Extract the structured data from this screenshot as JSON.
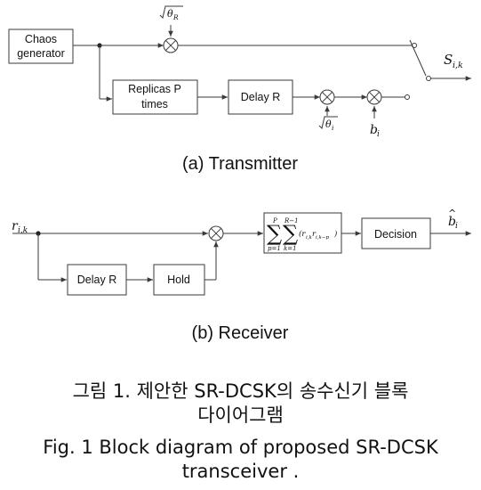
{
  "transmitter": {
    "chaos_generator": [
      "Chaos",
      "generator"
    ],
    "replicas": [
      "Replicas P",
      "times"
    ],
    "delay": "Delay R",
    "sqrt_theta_r": "θ",
    "sqrt_theta_r_sub": "R",
    "sqrt_theta_i": "θ",
    "sqrt_theta_i_sub": "i",
    "b": "b",
    "b_sub": "i",
    "s": "S",
    "s_sub": "i,k",
    "caption": "(a)  Transmitter"
  },
  "receiver": {
    "r": "r",
    "r_sub": "i,k",
    "delay": "Delay R",
    "hold": "Hold",
    "sum_upper_p": "P",
    "sum_lower_p": "p=1",
    "sum_upper_k": "R−1",
    "sum_lower_k": "k=1",
    "sum_term": "(r",
    "sum_term_sub1": "i,k",
    "sum_term_mid": "r",
    "sum_term_sub2": "i,k−p",
    "sum_term_end": ")",
    "decision": "Decision",
    "b_hat": "b",
    "b_hat_sub": "i",
    "caption": "(b)  Receiver"
  },
  "figure_caption": {
    "korean_line1": "그림  1.  제안한  SR-DCSK의  송수신기  블록",
    "korean_line2": "다이어그램",
    "english_line1": "Fig.  1  Block  diagram  of  proposed  SR-DCSK",
    "english_line2": "transceiver ."
  }
}
